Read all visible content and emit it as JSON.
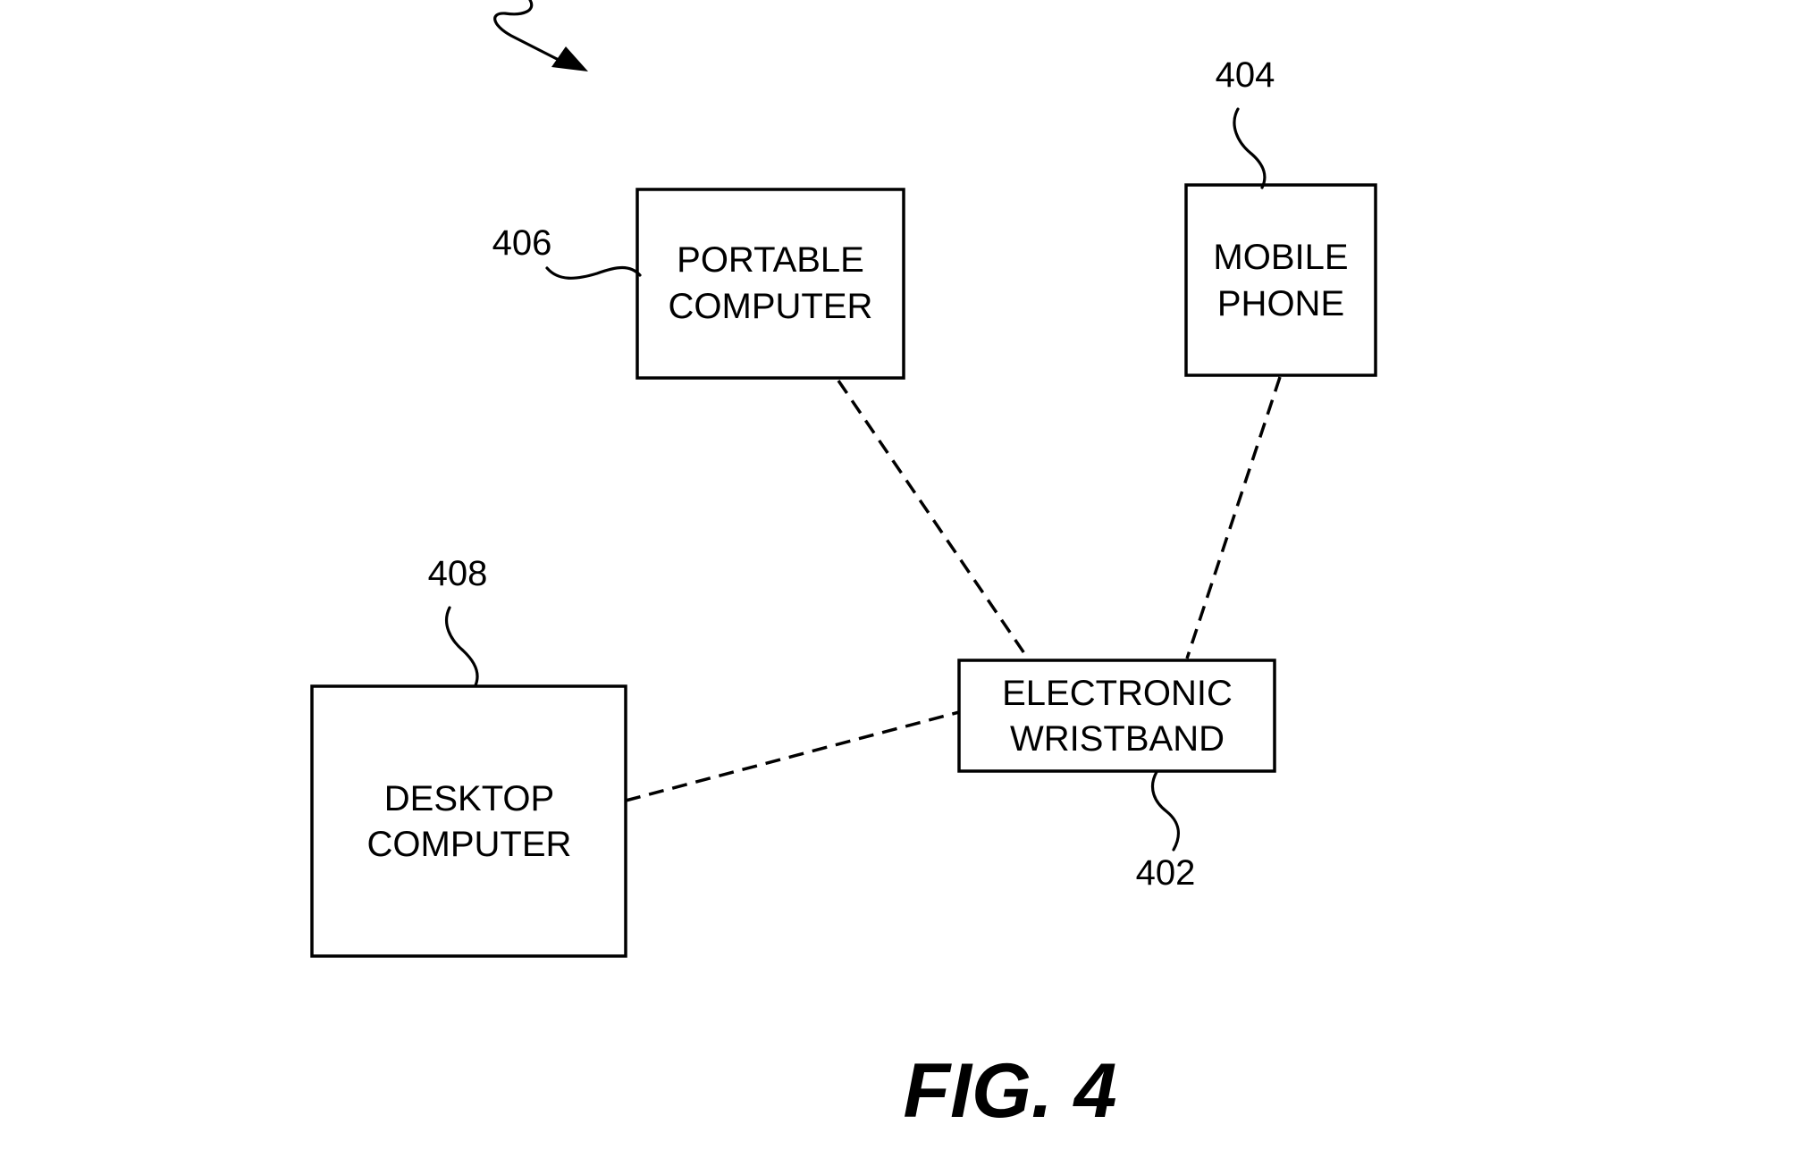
{
  "figure": {
    "caption": "FIG. 4",
    "nodes": [
      {
        "id": "portable-computer",
        "ref": "406",
        "lines": [
          "PORTABLE",
          "COMPUTER"
        ]
      },
      {
        "id": "mobile-phone",
        "ref": "404",
        "lines": [
          "MOBILE",
          "PHONE"
        ]
      },
      {
        "id": "desktop-computer",
        "ref": "408",
        "lines": [
          "DESKTOP",
          "COMPUTER"
        ]
      },
      {
        "id": "electronic-wristband",
        "ref": "402",
        "lines": [
          "ELECTRONIC",
          "WRISTBAND"
        ]
      }
    ],
    "connections": [
      {
        "from": "portable-computer",
        "to": "electronic-wristband",
        "style": "dashed"
      },
      {
        "from": "mobile-phone",
        "to": "electronic-wristband",
        "style": "dashed"
      },
      {
        "from": "desktop-computer",
        "to": "electronic-wristband",
        "style": "dashed"
      }
    ],
    "system_pointer_arrow": "arrow-icon"
  }
}
